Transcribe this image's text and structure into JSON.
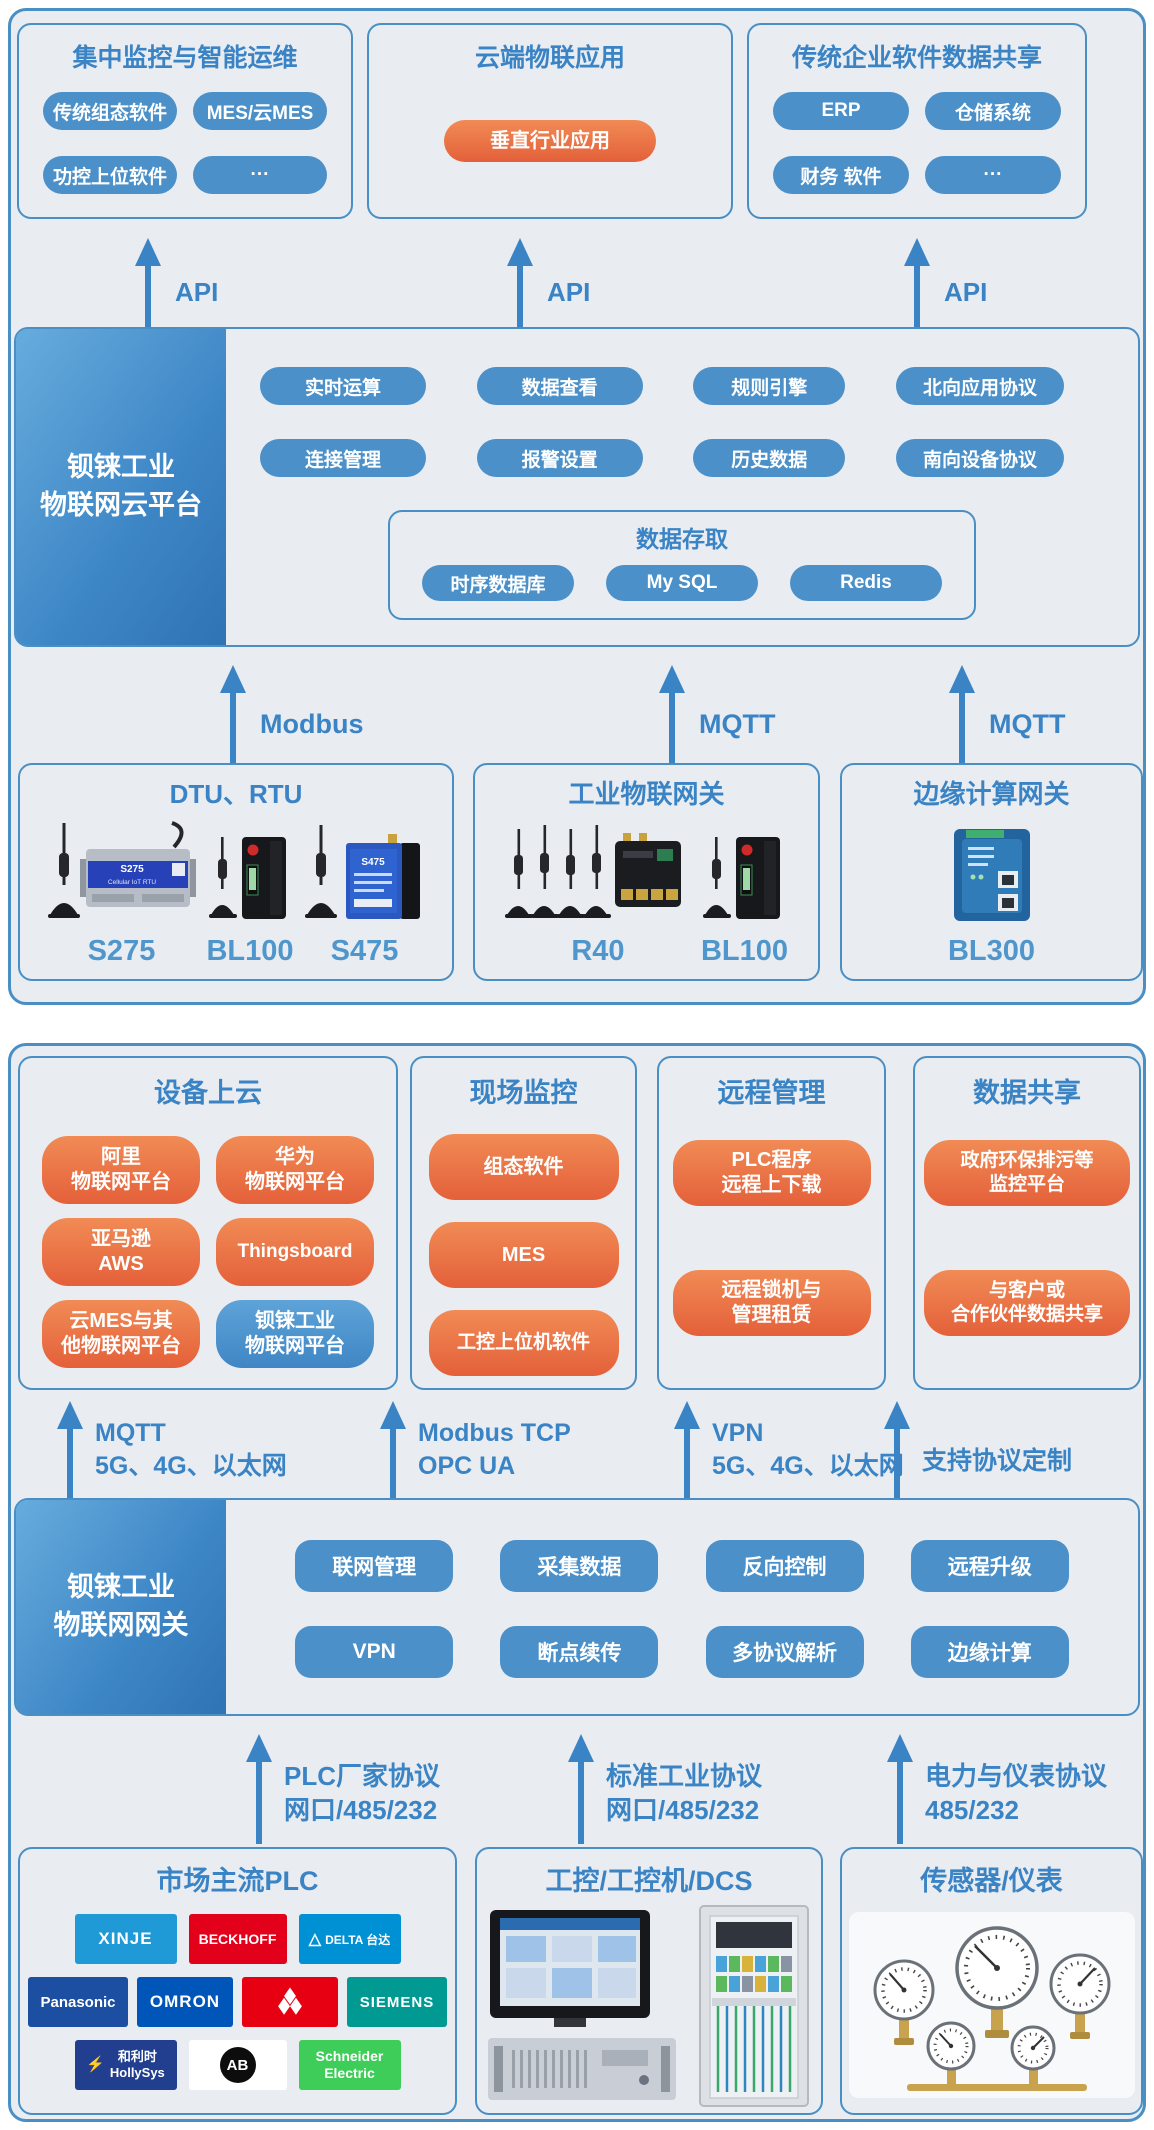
{
  "colors": {
    "panel_bg": "#e9edf2",
    "line_blue": "#4a8fc4",
    "pill_blue": "#4b90c8",
    "pill_orange": "#ea6c41",
    "title_blue": "#3a83c4",
    "sidebar_gradient_start": "#67acdd",
    "sidebar_gradient_end": "#2f74b4"
  },
  "icons": {
    "delta_triangle": "△",
    "hollysys_bolt": "⚡"
  },
  "panel1": {
    "top_boxes": [
      {
        "title": "集中监控与智能运维",
        "pills": [
          "传统组态软件",
          "MES/云MES",
          "功控上位软件",
          "···"
        ]
      },
      {
        "title": "云端物联应用",
        "pills": [
          "垂直行业应用"
        ]
      },
      {
        "title": "传统企业软件数据共享",
        "pills": [
          "ERP",
          "仓储系统",
          "财务 软件",
          "···"
        ]
      }
    ],
    "api_labels": [
      "API",
      "API",
      "API"
    ],
    "cloud": {
      "name": "钡铼工业\n物联网云平台",
      "row1": [
        "实时运算",
        "数据查看",
        "规则引擎",
        "北向应用协议"
      ],
      "row2": [
        "连接管理",
        "报警设置",
        "历史数据",
        "南向设备协议"
      ],
      "storage_title": "数据存取",
      "storage_pills": [
        "时序数据库",
        "My SQL",
        "Redis"
      ]
    },
    "uplink_labels": [
      "Modbus",
      "MQTT",
      "MQTT"
    ],
    "device_boxes": [
      {
        "title": "DTU、RTU",
        "devices": [
          "S275",
          "BL100",
          "S475"
        ]
      },
      {
        "title": "工业物联网关",
        "devices": [
          "R40",
          "BL100"
        ]
      },
      {
        "title": "边缘计算网关",
        "devices": [
          "BL300"
        ]
      }
    ],
    "device_face": {
      "s275_model": "S275",
      "s275_line": "Cellular IoT RTU",
      "s475_model": "S475"
    }
  },
  "panel2": {
    "top_boxes": [
      {
        "title": "设备上云",
        "pills": [
          "阿里\n物联网平台",
          "华为\n物联网平台",
          "亚马逊\nAWS",
          "Thingsboard",
          "云MES与其\n他物联网平台",
          "钡铼工业\n物联网平台"
        ]
      },
      {
        "title": "现场监控",
        "pills": [
          "组态软件",
          "MES",
          "工控上位机软件"
        ]
      },
      {
        "title": "远程管理",
        "pills": [
          "PLC程序\n远程上下载",
          "远程锁机与\n管理租赁"
        ]
      },
      {
        "title": "数据共享",
        "pills": [
          "政府环保排污等\n监控平台",
          "与客户或\n合作伙伴数据共享"
        ]
      }
    ],
    "uplink_labels": [
      "MQTT\n5G、4G、以太网",
      "Modbus TCP\nOPC UA",
      "VPN\n5G、4G、以太网",
      "支持协议定制"
    ],
    "gateway": {
      "name": "钡铼工业\n物联网网关",
      "row1": [
        "联网管理",
        "采集数据",
        "反向控制",
        "远程升级"
      ],
      "row2": [
        "VPN",
        "断点续传",
        "多协议解析",
        "边缘计算"
      ]
    },
    "downlink_labels": [
      "PLC厂家协议\n网口/485/232",
      "标准工业协议\n网口/485/232",
      "电力与仪表协议\n485/232"
    ],
    "bottom_boxes": [
      {
        "title": "市场主流PLC"
      },
      {
        "title": "工控/工控机/DCS"
      },
      {
        "title": "传感器/仪表"
      }
    ],
    "brands": {
      "xinje": "XINJE",
      "beckhoff": "BECKHOFF",
      "delta": "DELTA 台达",
      "panasonic": "Panasonic",
      "omron": "OMRON",
      "siemens": "SIEMENS",
      "hollysys": "和利时\nHollySys",
      "ab": "AB",
      "schneider": "Schneider\nElectric"
    }
  }
}
